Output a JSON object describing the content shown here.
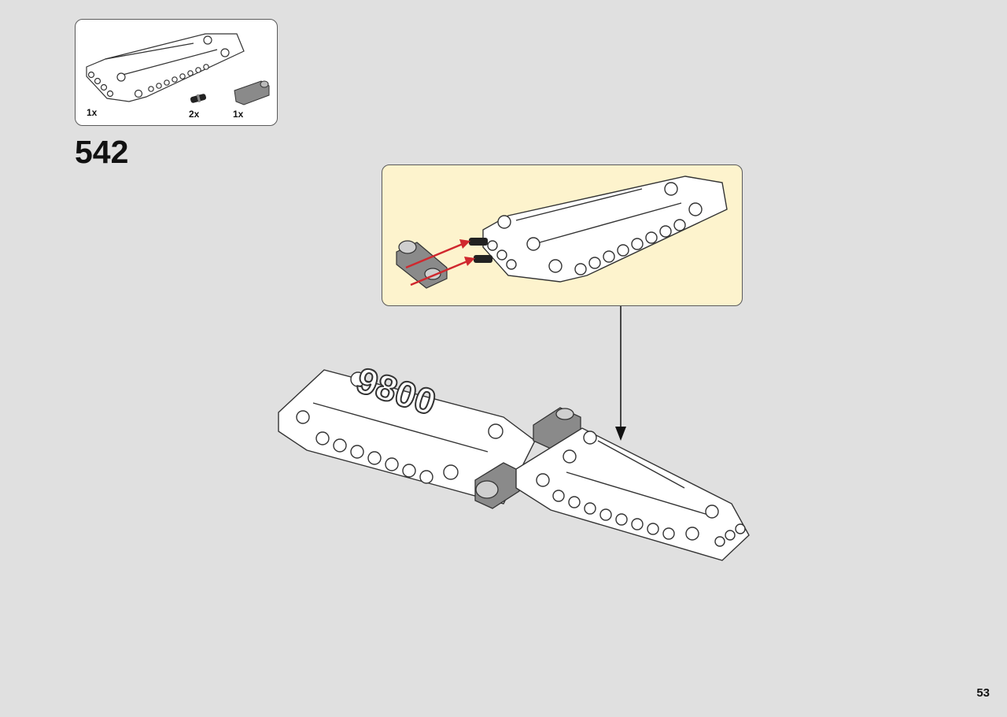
{
  "parts_list": {
    "items": [
      {
        "part": "panel-piece",
        "quantity": "1x"
      },
      {
        "part": "pin-piece",
        "quantity": "2x"
      },
      {
        "part": "connector-piece",
        "quantity": "1x"
      }
    ]
  },
  "step": {
    "number": "542"
  },
  "model": {
    "panel_print": "9800"
  },
  "page": {
    "number": "53"
  },
  "colors": {
    "background": "#e0e0e0",
    "callout_background": "#fdf3cd",
    "arrow_red": "#d0282e",
    "connector_gray": "#8a8a8a",
    "outline": "#333333"
  }
}
